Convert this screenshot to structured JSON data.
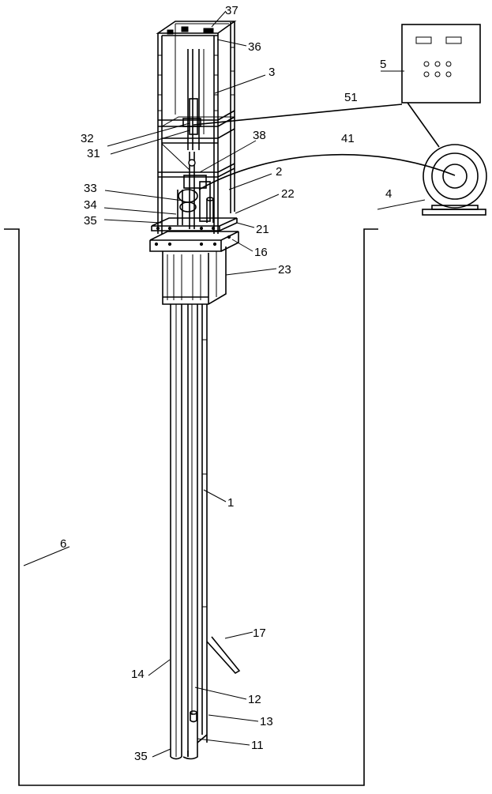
{
  "labels": {
    "l37": "37",
    "l36": "36",
    "l3": "3",
    "l5": "5",
    "l51": "51",
    "l32": "32",
    "l31": "31",
    "l38": "38",
    "l41": "41",
    "l2": "2",
    "l22": "22",
    "l33": "33",
    "l34": "34",
    "l35a": "35",
    "l21": "21",
    "l4": "4",
    "l16": "16",
    "l23": "23",
    "l1": "1",
    "l6": "6",
    "l17": "17",
    "l14": "14",
    "l12": "12",
    "l13": "13",
    "l11": "11",
    "l35b": "35"
  }
}
